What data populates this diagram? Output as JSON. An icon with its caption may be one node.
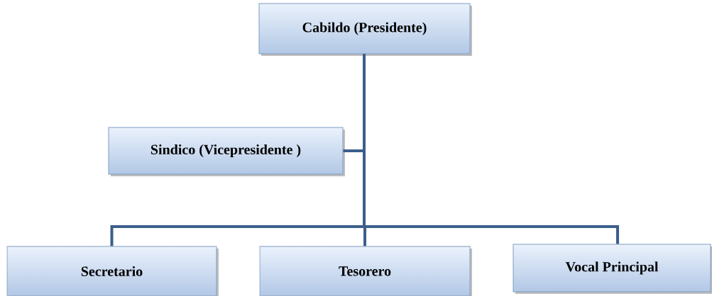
{
  "diagram": {
    "nodes": [
      {
        "text": [
          "Cabildo (Presidente)"
        ]
      },
      {
        "text": [
          "Sindico (Vicepresidente )"
        ]
      },
      {
        "text": [
          "Secretario"
        ]
      },
      {
        "text": [
          "Tesorero"
        ]
      },
      {
        "text": [
          "Vocal Principal"
        ]
      }
    ],
    "edges": [
      {
        "from": 0,
        "to": 1,
        "arrow": "none"
      },
      {
        "from": 0,
        "to": 2,
        "arrow": "none"
      },
      {
        "from": 0,
        "to": 3,
        "arrow": "none"
      },
      {
        "from": 0,
        "to": 4,
        "arrow": "none"
      }
    ]
  }
}
